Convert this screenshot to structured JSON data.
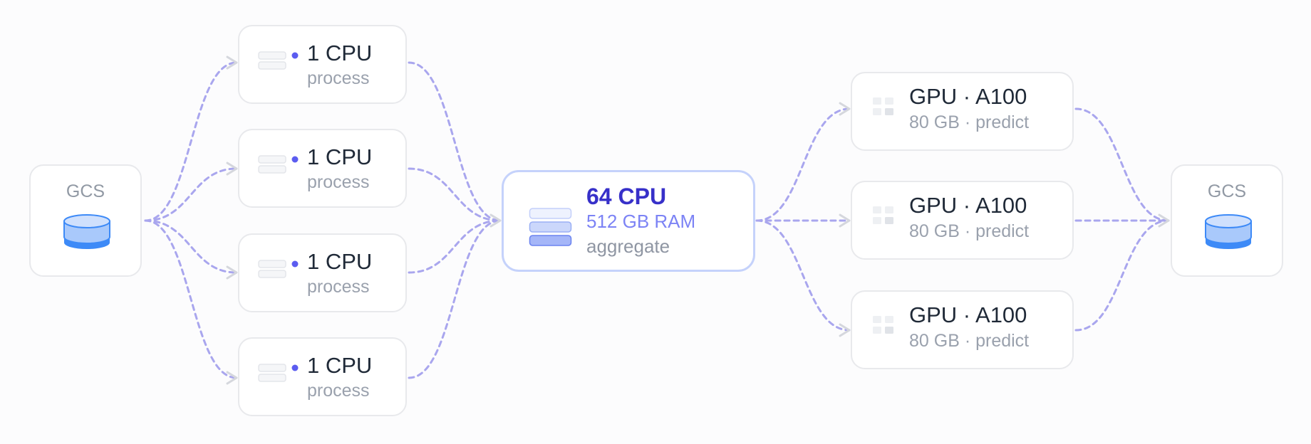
{
  "source": {
    "title": "GCS"
  },
  "sink": {
    "title": "GCS"
  },
  "cpu_workers": [
    {
      "title": "1 CPU",
      "subtitle": "process"
    },
    {
      "title": "1 CPU",
      "subtitle": "process"
    },
    {
      "title": "1 CPU",
      "subtitle": "process"
    },
    {
      "title": "1 CPU",
      "subtitle": "process"
    }
  ],
  "aggregator": {
    "title": "64 CPU",
    "memory": "512 GB RAM",
    "subtitle": "aggregate"
  },
  "gpu_workers": [
    {
      "title": "GPU · A100",
      "subtitle": "80 GB · predict"
    },
    {
      "title": "GPU · A100",
      "subtitle": "80 GB · predict"
    },
    {
      "title": "GPU · A100",
      "subtitle": "80 GB · predict"
    }
  ],
  "colors": {
    "connector": "#a9a6ee",
    "arrowhead": "#d5d7dd",
    "bucket_fill": "#3d8af7",
    "bucket_light": "#a9c9fb",
    "accent": "#3730c9"
  },
  "icons": {
    "storage": "bucket-icon",
    "cpu": "server-rack-icon",
    "aggregator": "stacked-server-icon",
    "gpu": "grid-icon"
  }
}
